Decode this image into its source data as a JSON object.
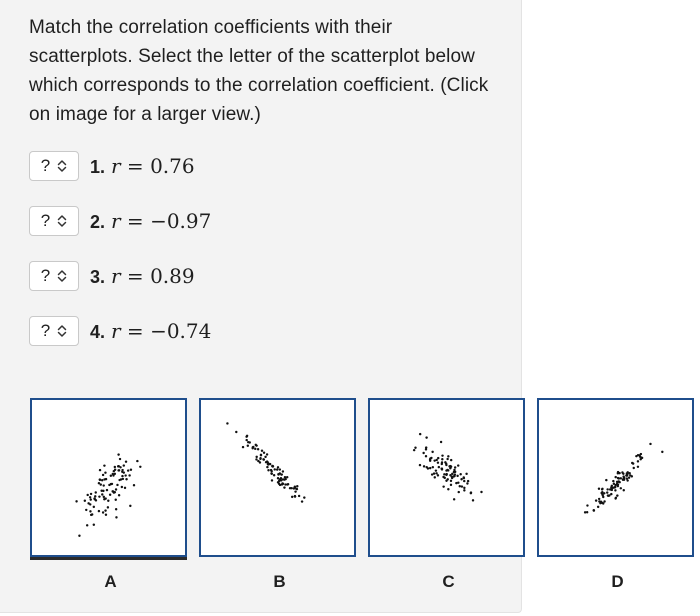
{
  "question": "Match the correlation coefficients with their scatterplots. Select the letter of the scatterplot below which corresponds to the correlation coefficient. (Click on image for a larger view.)",
  "items": [
    {
      "number": "1.",
      "var": "r",
      "eq": " = ",
      "value": "0.76",
      "selected": "?"
    },
    {
      "number": "2.",
      "var": "r",
      "eq": " = ",
      "value": "−0.97",
      "selected": "?"
    },
    {
      "number": "3.",
      "var": "r",
      "eq": " = ",
      "value": "0.89",
      "selected": "?"
    },
    {
      "number": "4.",
      "var": "r",
      "eq": " = ",
      "value": "−0.74",
      "selected": "?"
    }
  ],
  "scatterplots": [
    {
      "label": "A",
      "direction": "positive",
      "spread": "wide"
    },
    {
      "label": "B",
      "direction": "negative",
      "spread": "tight"
    },
    {
      "label": "C",
      "direction": "negative",
      "spread": "wide"
    },
    {
      "label": "D",
      "direction": "positive",
      "spread": "tight"
    }
  ],
  "colors": {
    "panel": "#f3f3f3",
    "plot_border": "#1f4e8c",
    "point": "#111111"
  },
  "icons": {
    "select": "chevron-up-down-icon"
  }
}
